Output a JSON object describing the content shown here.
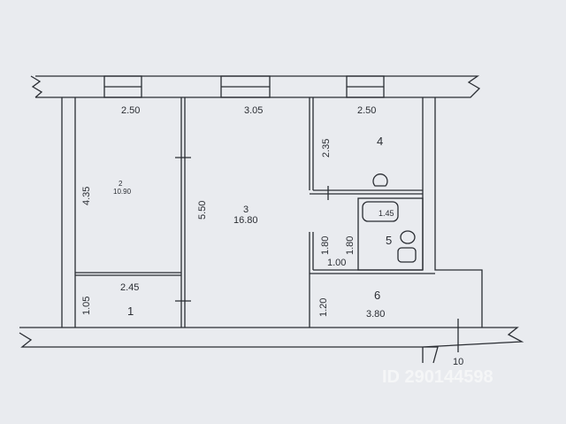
{
  "plan": {
    "dimensions": {
      "room2_width": "2.50",
      "room3_width": "3.05",
      "room4_width": "2.50",
      "room4_depth": "2.35",
      "room2_depth": "4.35",
      "room3_depth": "5.50",
      "bath_width": "1.45",
      "bath_depth_left": "1.80",
      "bath_depth_right": "1.80",
      "corridor_width": "1.00",
      "room1_width": "2.45",
      "room1_depth": "1.05",
      "room6_depth": "1.20",
      "room6_width": "3.80"
    },
    "rooms": {
      "r1": "1",
      "r2": "2",
      "r2_area": "10.90",
      "r3": "3",
      "r3_area": "16.80",
      "r4": "4",
      "r5": "5",
      "r6": "6",
      "r10": "10"
    },
    "watermark": "ID 290144598"
  },
  "colors": {
    "paper": "#e9ebef",
    "ink": "#2a2d33"
  }
}
